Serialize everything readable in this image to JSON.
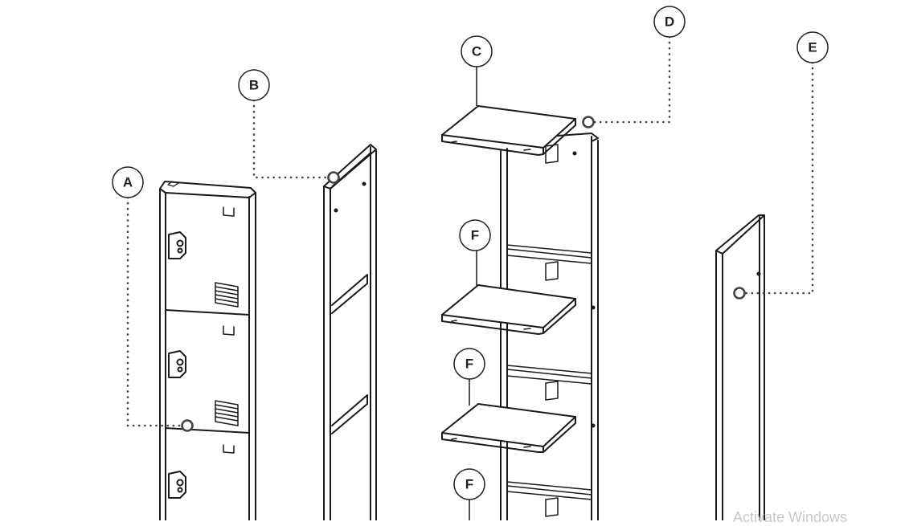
{
  "callouts": {
    "a": "A",
    "b": "B",
    "c": "C",
    "d": "D",
    "e": "E",
    "f1": "F",
    "f2": "F",
    "f3": "F"
  },
  "watermark": "Activate Windows",
  "colors": {
    "line": "#1a1a1a",
    "leader": "#444444",
    "paper": "#ffffff"
  }
}
